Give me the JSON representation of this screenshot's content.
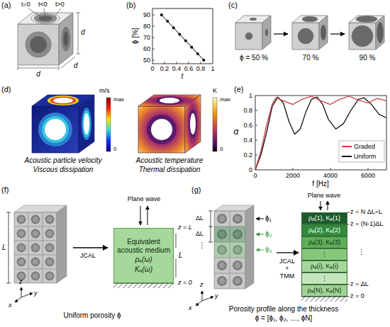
{
  "diagram": {
    "nodes": [
      {
        "text": [
          "Equivalent acoustic medium",
          "ρₑ(ω)",
          "Kₑ(ω)"
        ]
      },
      {
        "text": [
          "ρₑ(1), Kₑ(1)"
        ]
      },
      {
        "text": [
          "ρₑ(2), Kₑ(2)"
        ]
      },
      {
        "text": [
          "ρₑ(3), Kₑ(3)"
        ]
      },
      {
        "text": [
          "⋮"
        ]
      },
      {
        "text": [
          "ρₑ(i), Kₑ(i)"
        ]
      },
      {
        "text": [
          "⋮"
        ]
      },
      {
        "text": [
          "ρₑ(N), Kₑ(N)"
        ]
      }
    ],
    "labels": [
      "(a)",
      "t=0",
      "t<0",
      "t>0",
      "d",
      "d",
      "d",
      "(b)",
      "ϕ [%]",
      "90",
      "80",
      "70",
      "60",
      "50",
      "0",
      "0.2",
      "0.4",
      "0.6",
      "0.8",
      "1",
      "t",
      "(c)",
      "ϕ = 50 %",
      "70 %",
      "90 %",
      "(d)",
      "m/s",
      "max",
      "0",
      "K",
      "max",
      "0",
      "Acoustic particle velocity",
      "Viscous dissipation",
      "Acoustic temperature",
      "Thermal dissipation",
      "(e)",
      "α",
      "0",
      "0.2",
      "0.4",
      "0.6",
      "0.8",
      "1",
      "0",
      "2000",
      "4000",
      "6000",
      "f [Hz]",
      "(f)",
      "L",
      "JCAL",
      "Plane wave",
      "z = L",
      "L",
      "z = 0",
      "Uniform porosity ϕ",
      "z",
      "y",
      "x",
      "(g)",
      "ΔL",
      "ΔL",
      "⋮",
      "ϕ₁",
      "ϕ₂",
      "ϕ₃",
      "JCAL + TMM",
      "Plane wave",
      "z = N ΔL=L",
      "z = (N-1)ΔL",
      "⋮",
      "z = ΔL",
      "z = 0",
      "Porosity profile along the thickness",
      "ϕ = [ϕ₁, ϕ₂, …, ϕN]",
      "z",
      "y",
      "x"
    ],
    "legend": [
      {
        "text": "Graded"
      },
      {
        "text": "Uniform"
      }
    ]
  }
}
